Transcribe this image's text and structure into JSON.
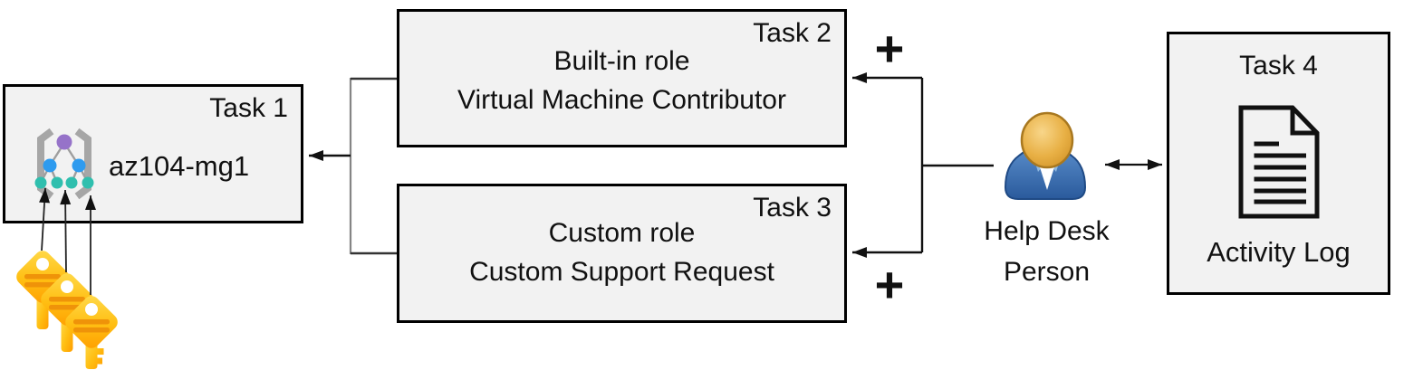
{
  "boxes": {
    "task1": {
      "tag": "Task 1",
      "title": "az104-mg1"
    },
    "task2": {
      "tag": "Task 2",
      "line1": "Built-in role",
      "line2": "Virtual Machine Contributor"
    },
    "task3": {
      "tag": "Task 3",
      "line1": "Custom role",
      "line2": "Custom Support Request"
    },
    "task4": {
      "tag": "Task 4",
      "caption": "Activity Log"
    }
  },
  "person": {
    "line1": "Help Desk",
    "line2": "Person"
  },
  "plus": {
    "top": "+",
    "bottom": "+"
  },
  "icons": {
    "management_group": "management-group-icon",
    "keys": "access-keys-icon",
    "person": "helpdesk-person-icon",
    "document": "activity-log-document-icon"
  },
  "colors": {
    "box_fill": "#f2f2f2",
    "box_border": "#000000",
    "connector_black": "#111111",
    "bracket_gray": "#858585",
    "mg_root_purple": "#9673c9",
    "mg_node_blue": "#2e9bef",
    "mg_leaf_teal": "#2fbfae",
    "mg_bracket": "#a6a6a6",
    "mg_line": "#9e9e9e",
    "key_bar_orange": "#ef9309",
    "key_yellow": "#ffc61a",
    "person_blue": "#3668a8",
    "person_head_gold": "#e2a33e"
  }
}
